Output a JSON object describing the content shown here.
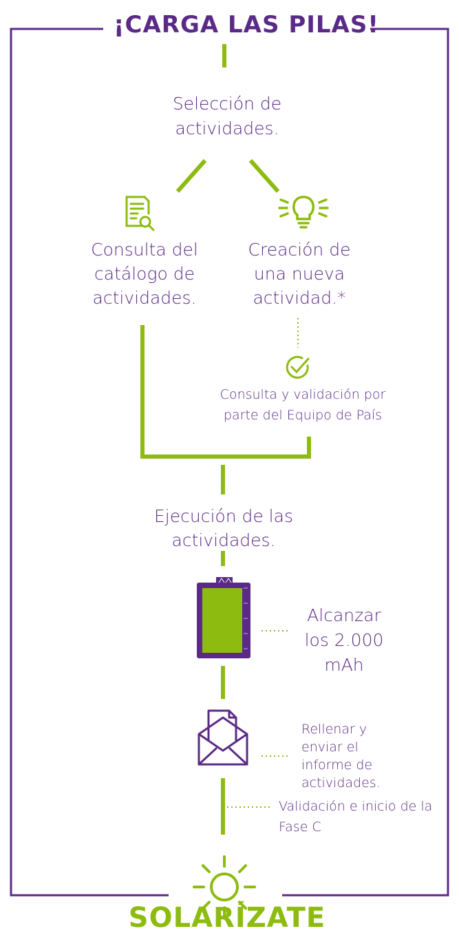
{
  "header": {
    "title": "¡CARGA LAS PILAS!"
  },
  "steps": {
    "seleccion": "Selección de actividades.",
    "catalogo": "Consulta del catálogo de actividades.",
    "creacion": "Creación de una nueva actividad.*",
    "validacion_pais": "Consulta y validación por parte del Equipo de País",
    "ejecucion": "Ejecución de las actividades.",
    "alcanzar": "Alcanzar los 2.000 mAh",
    "informe": "Rellenar y enviar el informe de actividades.",
    "validacion_fase": "Validación e inicio de la Fase C"
  },
  "footer": {
    "label": "SOLARÍZATE"
  },
  "colors": {
    "purple": "#5b2a86",
    "green": "#8dbb0f"
  },
  "icons": [
    "document-search-icon",
    "lightbulb-icon",
    "check-circle-icon",
    "battery-icon",
    "envelope-icon",
    "sun-icon"
  ]
}
